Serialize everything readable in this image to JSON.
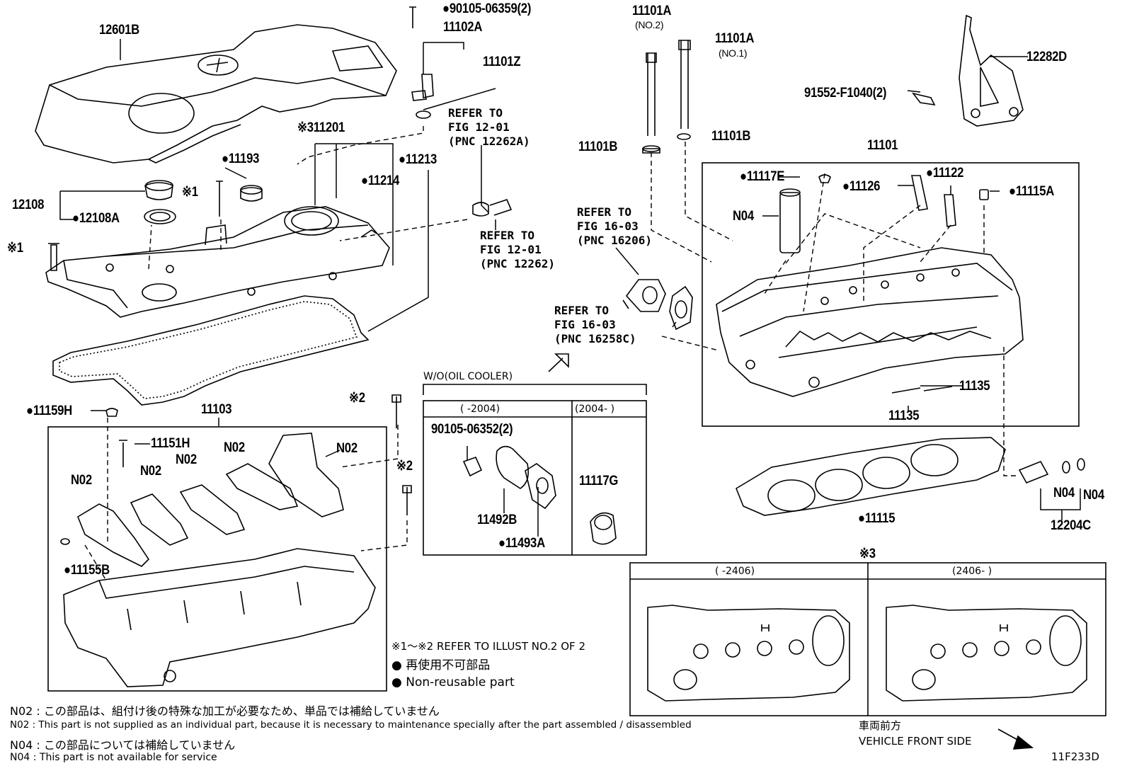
{
  "diagram_id": "11F233D",
  "labels": {
    "p12601B": "12601B",
    "p90105_06359": "●90105-06359(2)",
    "p11102A": "11102A",
    "p11101Z": "11101Z",
    "p11201": "※311201",
    "p11193": "●11193",
    "p11213": "●11213",
    "p11214": "●11214",
    "p12108": "12108",
    "p12108A": "●12108A",
    "mark1a": "※1",
    "mark1b": "※1",
    "mark2a": "※2",
    "mark2b": "※2",
    "mark3": "※3",
    "p11101A_no2": "11101A",
    "no2": "(NO.2)",
    "p11101A_no1": "11101A",
    "no1": "(NO.1)",
    "p12282D": "12282D",
    "p91552": "91552-F1040(2)",
    "p11101B_l": "11101B",
    "p11101B_r": "11101B",
    "p11101": "11101",
    "p11117E": "●11117E",
    "p11126": "●11126",
    "p11122": "●11122",
    "p11115A": "●11115A",
    "pN04a": "N04",
    "p11135a": "11135",
    "p11135b": "11135",
    "p11115": "●11115",
    "pN04b": "N04",
    "pN04c": "N04",
    "p12204C": "12204C",
    "p11159H": "●11159H",
    "p11103": "11103",
    "p11151H": "11151H",
    "pN02a": "N02",
    "pN02b": "N02",
    "pN02c": "N02",
    "pN02d": "N02",
    "pN02e": "N02",
    "p11155B": "●11155B",
    "p90105_06352": "90105-06352(2)",
    "p11492B": "11492B",
    "p11493A": "●11493A",
    "p11117G": "11117G"
  },
  "refs": {
    "r1": [
      "REFER TO",
      "FIG 12-01",
      "(PNC 12262A)"
    ],
    "r2": [
      "REFER TO",
      "FIG 12-01",
      "(PNC 12262)"
    ],
    "r3": [
      "REFER TO",
      "FIG 16-03",
      "(PNC 16206)"
    ],
    "r4": [
      "REFER TO",
      "FIG 16-03",
      "(PNC 16258C)"
    ]
  },
  "oil_cooler_table": {
    "title": "W/O(OIL COOLER)",
    "col1": "(      -2004)",
    "col2": "(2004-      )"
  },
  "inset_table": {
    "col1": "(      -2406)",
    "col2": "(2406-      )"
  },
  "notes": {
    "refer_illust": "※1～※2  REFER TO ILLUST NO.2 OF 2",
    "non_reusable_jp": "● 再使用不可部品",
    "non_reusable_en": "● Non-reusable part",
    "n02_jp": "N02 : この部品は、組付け後の特殊な加工が必要なため、単品では補給していません",
    "n02_en": "N02 : This part is not supplied as an individual part, because it is necessary to maintenance specially after the part assembled / disassembled",
    "n04_jp": "N04 : この部品については補給していません",
    "n04_en": "N04 : This part is not available for service",
    "front_jp": "車両前方",
    "front_en": "VEHICLE FRONT SIDE"
  }
}
